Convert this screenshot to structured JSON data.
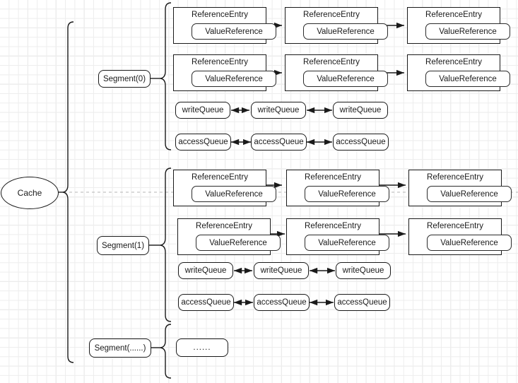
{
  "diagram": {
    "title": "Cache Structure Diagram",
    "colors": {
      "stroke": "#1a1a1a",
      "background": "#ffffff",
      "grid_minor": "#ededed",
      "grid_major": "#dcdcdc",
      "dashed_divider": "#b4b4b4"
    },
    "root": {
      "label": "Cache",
      "shape": "ellipse"
    },
    "segments": [
      {
        "label": "Segment(0)",
        "entry_rows": [
          {
            "entries": [
              {
                "title": "ReferenceEntry",
                "value": "ValueReference"
              },
              {
                "title": "ReferenceEntry",
                "value": "ValueReference"
              },
              {
                "title": "ReferenceEntry",
                "value": "ValueReference"
              }
            ]
          },
          {
            "entries": [
              {
                "title": "ReferenceEntry",
                "value": "ValueReference"
              },
              {
                "title": "ReferenceEntry",
                "value": "ValueReference"
              },
              {
                "title": "ReferenceEntry",
                "value": "ValueReference"
              }
            ]
          }
        ],
        "queues": [
          {
            "name": "writeQueue",
            "nodes": [
              "writeQueue",
              "writeQueue",
              "writeQueue"
            ]
          },
          {
            "name": "accessQueue",
            "nodes": [
              "accessQueue",
              "accessQueue",
              "accessQueue"
            ]
          }
        ]
      },
      {
        "label": "Segment(1)",
        "entry_rows": [
          {
            "entries": [
              {
                "title": "ReferenceEntry",
                "value": "ValueReference"
              },
              {
                "title": "ReferenceEntry",
                "value": "ValueReference"
              },
              {
                "title": "ReferenceEntry",
                "value": "ValueReference"
              }
            ]
          },
          {
            "entries": [
              {
                "title": "ReferenceEntry",
                "value": "ValueReference"
              },
              {
                "title": "ReferenceEntry",
                "value": "ValueReference"
              },
              {
                "title": "ReferenceEntry",
                "value": "ValueReference"
              }
            ]
          }
        ],
        "queues": [
          {
            "name": "writeQueue",
            "nodes": [
              "writeQueue",
              "writeQueue",
              "writeQueue"
            ]
          },
          {
            "name": "accessQueue",
            "nodes": [
              "accessQueue",
              "accessQueue",
              "accessQueue"
            ]
          }
        ]
      },
      {
        "label": "Segment(......)",
        "ellipsis_box": "......"
      }
    ]
  }
}
